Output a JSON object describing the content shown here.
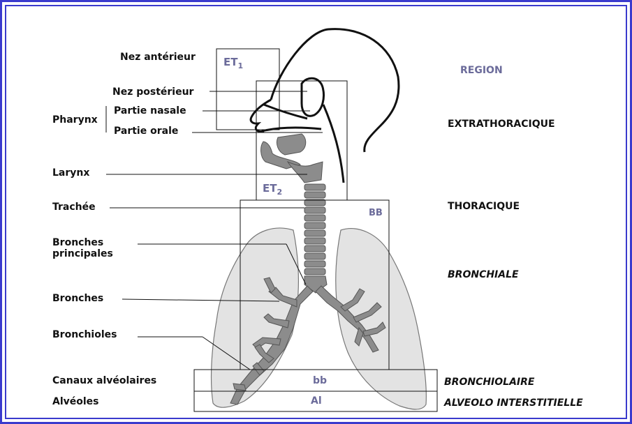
{
  "labels": {
    "nez_anterieur": "Nez antérieur",
    "nez_posterieur": "Nez postérieur",
    "partie_nasale": "Partie nasale",
    "pharynx": "Pharynx",
    "partie_orale": "Partie orale",
    "larynx": "Larynx",
    "trachee": "Trachée",
    "bronches_principales": "Bronches principales",
    "bronches_principales_line1": "Bronches",
    "bronches_principales_line2": "principales",
    "bronches": "Bronches",
    "bronchioles": "Bronchioles",
    "canaux_alveolaires": "Canaux alvéolaires",
    "alveoles": "Alvéoles"
  },
  "regions": {
    "header": "REGION",
    "extrathoracique": "EXTRATHORACIQUE",
    "thoracique": "THORACIQUE",
    "bronchiale": "BRONCHIALE",
    "bronchiolaire": "BRONCHIOLAIRE",
    "alveolo_interstitielle": "ALVEOLO INTERSTITIELLE"
  },
  "box_codes": {
    "et1_main": "ET",
    "et1_sub": "1",
    "et2_main": "ET",
    "et2_sub": "2",
    "bb_upper": "BB",
    "bb_lower": "bb",
    "al": "Al"
  },
  "colors": {
    "frame_border": "#3a3acd",
    "lung_fill": "#e3e3e3",
    "airway_fill": "#8c8c8c",
    "region_header": "#6b6b9a",
    "box_code": "#6b6b9a"
  }
}
